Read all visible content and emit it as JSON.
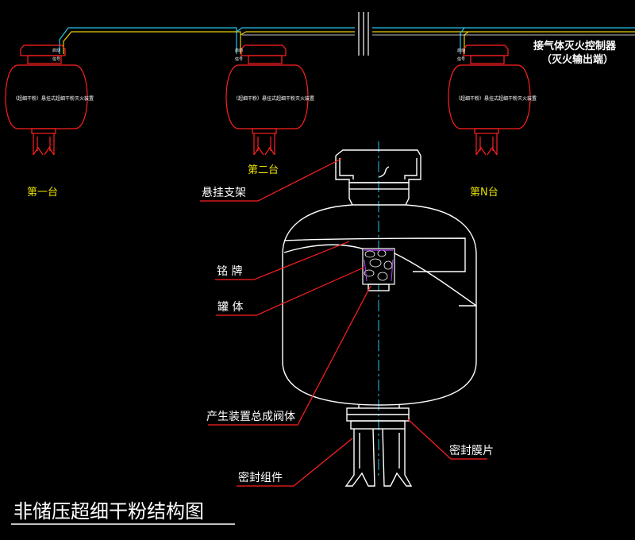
{
  "controller": {
    "line1": "接气体灭火控制器",
    "line2": "（灭火输出端）"
  },
  "units": [
    {
      "label": "第一台",
      "plate": "（超细干粉）悬挂式超细干粉灭火装置",
      "tag_top": "启动",
      "tag_bottom": "信号"
    },
    {
      "label": "第二台",
      "plate": "（超细干粉）悬挂式超细干粉灭火装置",
      "tag_top": "启动",
      "tag_bottom": "信号"
    },
    {
      "label": "第N台",
      "plate": "（超细干粉）悬挂式超细干粉灭火装置",
      "tag_top": "启动",
      "tag_bottom": "信号"
    }
  ],
  "callouts": {
    "hanger": "悬挂支架",
    "nameplate": "铭 牌",
    "tank": "罐 体",
    "valve": "产生装置总成阀体",
    "seal_membrane": "密封膜片",
    "seal_assembly": "密封组件"
  },
  "title": "非储压超细干粉结构图",
  "colors": {
    "background": "#000000",
    "outline": "#ffffff",
    "leader": "#ff2020",
    "wire_cyan": "#25c4e8",
    "wire_yellow": "#e8d000",
    "text_label": "#e8e000"
  }
}
